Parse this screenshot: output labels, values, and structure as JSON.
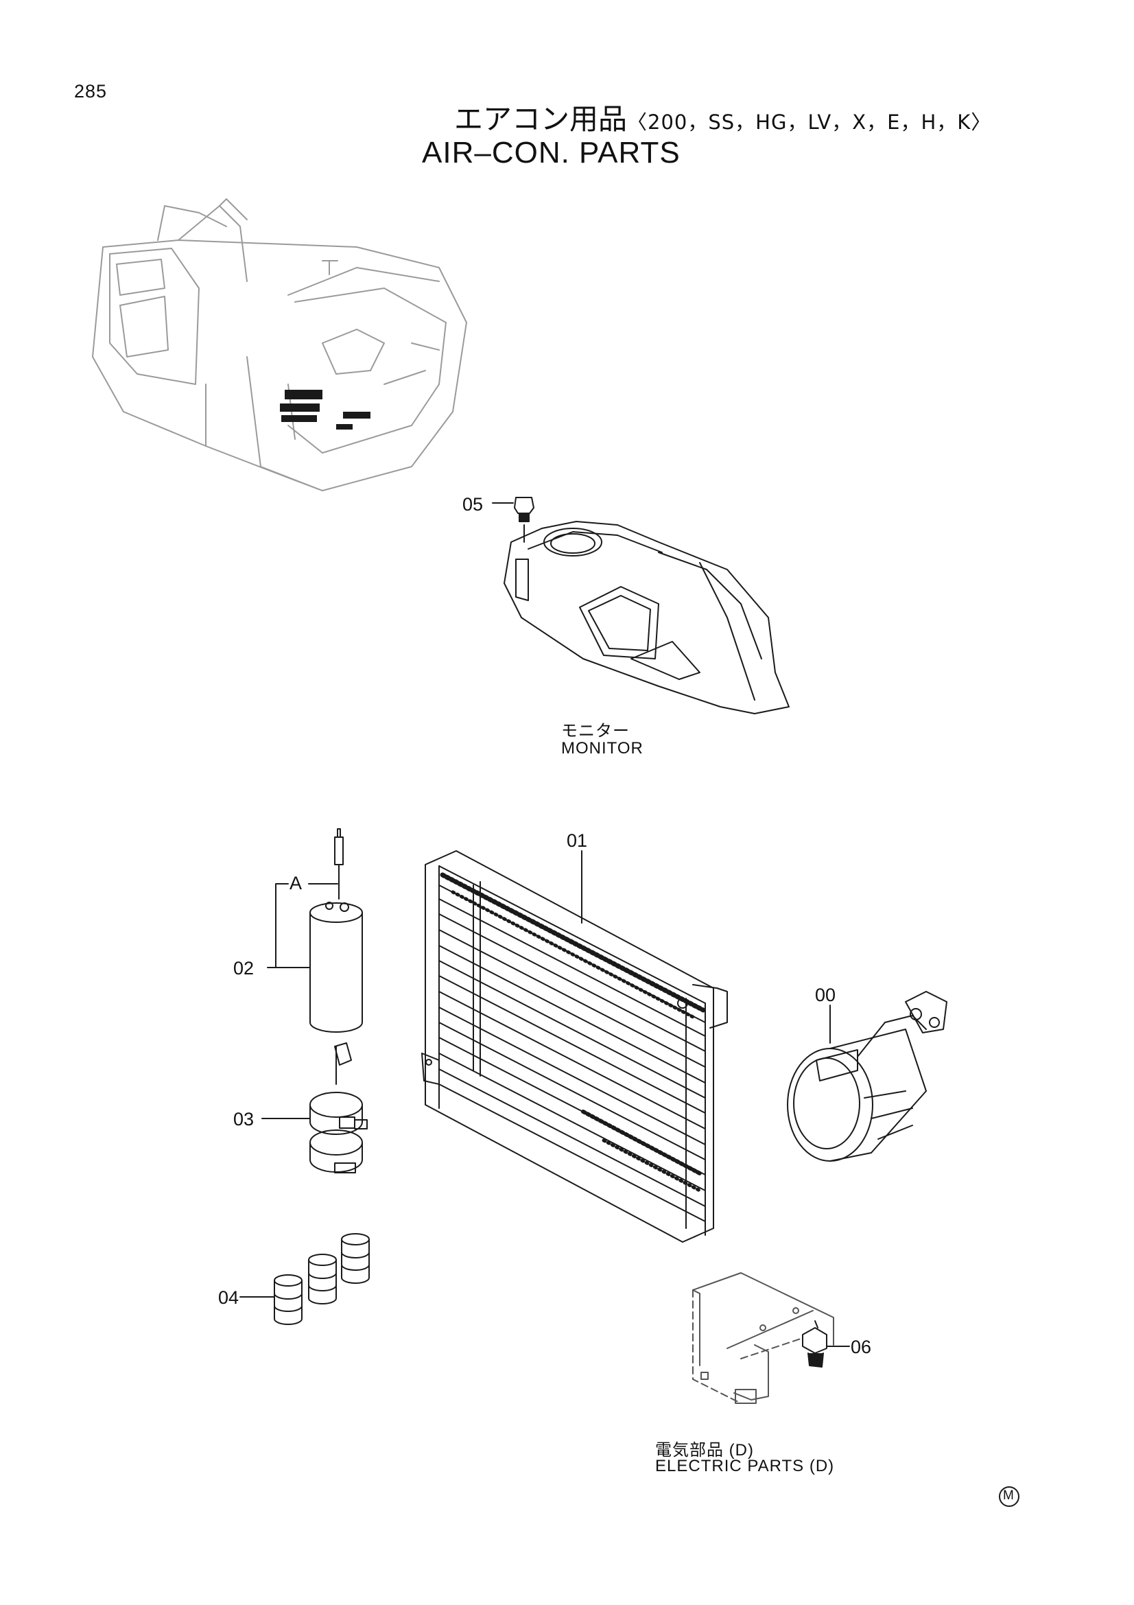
{
  "page_number": "285",
  "title": {
    "japanese": "エアコン用品",
    "models": "〈200，SS，HG，LV，X，E，H，K〉",
    "english": "AIR–CON. PARTS"
  },
  "callouts": {
    "p00": "00",
    "p01": "01",
    "p02": "02",
    "p03": "03",
    "p04": "04",
    "p05": "05",
    "p06": "06",
    "ref_a": "A"
  },
  "captions": {
    "monitor_jp": "モニター",
    "monitor_en": "MONITOR",
    "electric_jp": "電気部品 (D)",
    "electric_en": "ELECTRIC PARTS (D)"
  },
  "mark": "M"
}
